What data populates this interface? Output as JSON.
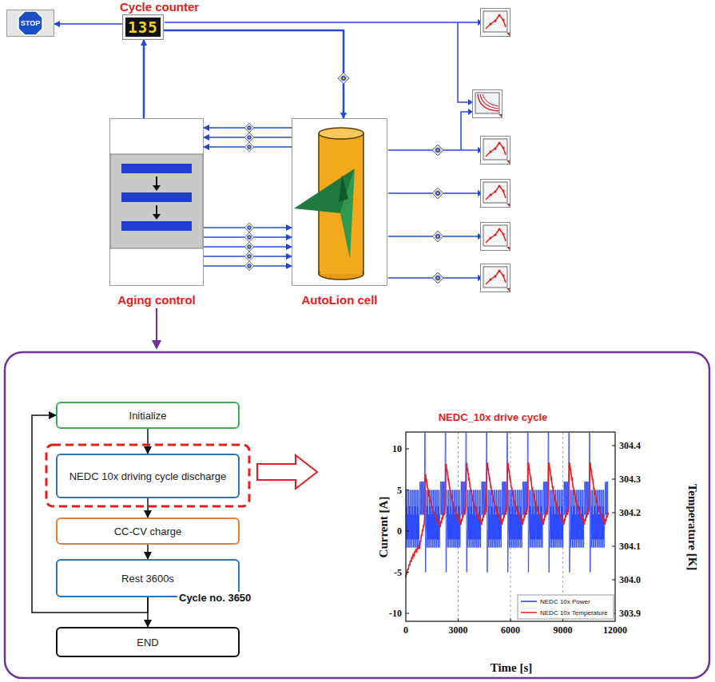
{
  "diagram": {
    "nodes": [
      {
        "text": [
          "STOP"
        ]
      },
      {
        "text": [
          "Cycle counter",
          "135"
        ]
      },
      {
        "text": [
          "Aging control"
        ]
      },
      {
        "text": [
          "AutoLion cell"
        ]
      },
      {
        "text": [
          "Initialize"
        ]
      },
      {
        "text": [
          "NEDC 10x driving cycle discharge"
        ]
      },
      {
        "text": [
          "CC-CV charge"
        ]
      },
      {
        "text": [
          "Rest 3600s"
        ]
      },
      {
        "text": [
          "END"
        ]
      }
    ],
    "edges": [
      {
        "from": 1,
        "to": 0,
        "arrow": "to"
      },
      {
        "from": 2,
        "to": 1,
        "arrow": "to"
      },
      {
        "from": 1,
        "to": 3,
        "arrow": "to"
      },
      {
        "from": 3,
        "to": 2,
        "arrow": "to"
      },
      {
        "from": 3,
        "to": 2,
        "arrow": "to"
      },
      {
        "from": 3,
        "to": 2,
        "arrow": "to"
      },
      {
        "from": 2,
        "to": 3,
        "arrow": "to"
      },
      {
        "from": 2,
        "to": 3,
        "arrow": "to"
      },
      {
        "from": 2,
        "to": 3,
        "arrow": "to"
      },
      {
        "from": 2,
        "to": 3,
        "arrow": "to"
      },
      {
        "from": 2,
        "to": 3,
        "arrow": "to"
      },
      {
        "from": 4,
        "to": 5,
        "arrow": "to"
      },
      {
        "from": 5,
        "to": 6,
        "arrow": "to"
      },
      {
        "from": 6,
        "to": 7,
        "arrow": "to"
      },
      {
        "from": 7,
        "to": 8,
        "label": "Cycle no. 3650",
        "arrow": "to"
      },
      {
        "from": 7,
        "to": 4,
        "arrow": "to"
      }
    ],
    "labels": [
      "NEDC_10x drive cycle",
      "Current [A]",
      "Temperature [K]",
      "Time [s]",
      "10",
      "5",
      "0",
      "-5",
      "-10",
      "304.4",
      "304.3",
      "304.2",
      "304.1",
      "304.0",
      "303.9",
      "0",
      "3000",
      "6000",
      "9000",
      "12000"
    ],
    "legend": [
      {
        "text": "NEDC 10x Power"
      },
      {
        "text": "NEDC 10x Temperature"
      }
    ]
  }
}
